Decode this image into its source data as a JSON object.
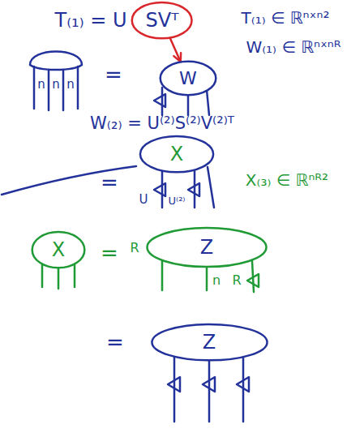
{
  "diagram": {
    "nodes": [
      {
        "text": [
          "SVᵀ"
        ]
      },
      {
        "text": [
          "W"
        ]
      },
      {
        "text": [
          "X"
        ]
      },
      {
        "text": [
          "X"
        ]
      },
      {
        "text": [
          "Z"
        ]
      },
      {
        "text": [
          "Z"
        ]
      }
    ],
    "edges": [
      {
        "from": 0,
        "to": 1,
        "arrow": "to"
      }
    ],
    "labels": [
      "T₍₁₎ = U",
      "T₍₁₎ ∈ ℝⁿˣⁿ²",
      "W₍₁₎ ∈ ℝⁿˣⁿᴿ",
      "n",
      "n",
      "n",
      "=",
      "W₍₂₎ = U⁽²⁾S⁽²⁾V⁽²⁾ᵀ",
      "=",
      "U",
      "U⁽²⁾",
      "X₍₃₎ ∈ ℝⁿᴿ²",
      "=",
      "R",
      "n",
      "R",
      "="
    ]
  }
}
